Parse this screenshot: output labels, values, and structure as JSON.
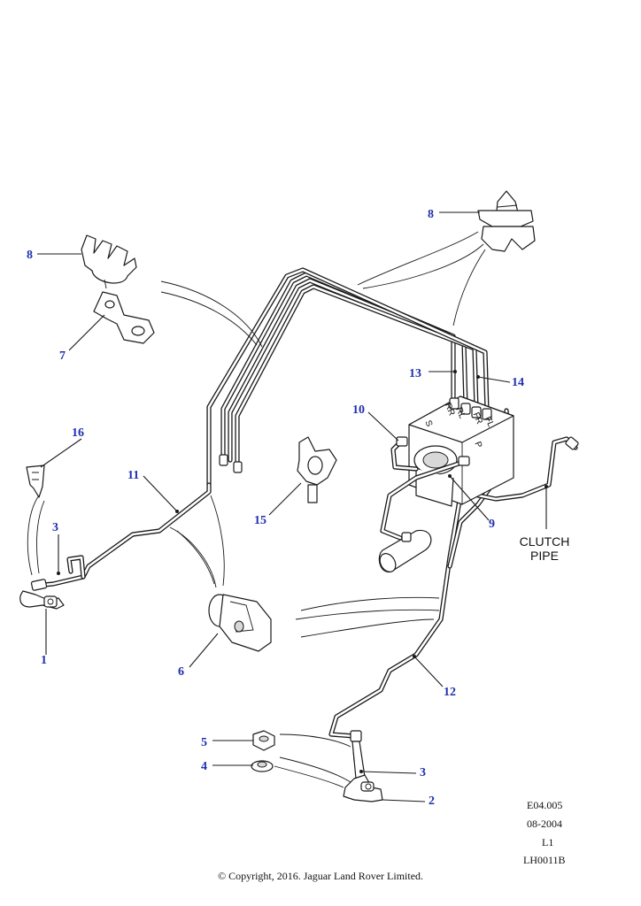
{
  "callouts": {
    "c1": "1",
    "c2": "2",
    "c3a": "3",
    "c3b": "3",
    "c4": "4",
    "c5": "5",
    "c6": "6",
    "c7": "7",
    "c8a": "8",
    "c8b": "8",
    "c9": "9",
    "c10": "10",
    "c11": "11",
    "c12": "12",
    "c13": "13",
    "c14": "14",
    "c15": "15",
    "c16": "16"
  },
  "annotation": {
    "line1": "CLUTCH",
    "line2": "PIPE"
  },
  "ports": {
    "rr": "RR",
    "rl": "RL",
    "fr": "FR",
    "fl": "FL",
    "s": "S",
    "p": "P"
  },
  "drawing_codes": {
    "ref": "E04.005",
    "date": "08-2004",
    "level": "L1",
    "id": "LH0011B"
  },
  "copyright": "© Copyright, 2016. Jaguar Land Rover Limited.",
  "colors": {
    "callout": "#1e2fb0",
    "line": "#1a1a1a",
    "background": "#ffffff"
  }
}
